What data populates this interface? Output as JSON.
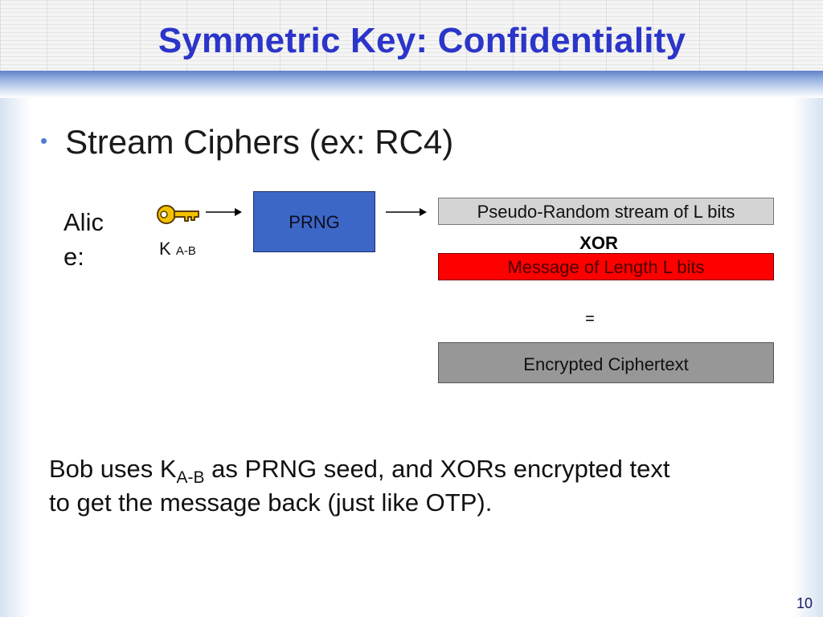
{
  "slide": {
    "title": "Symmetric Key: Confidentiality",
    "bullet": "Stream Ciphers (ex: RC4)",
    "alice_label_line1": "Alic",
    "alice_label_line2": "e:",
    "key_label_main": "K",
    "key_label_sub": "A-B",
    "key_icon": "key-icon",
    "prng_label": "PRNG",
    "stream_label": "Pseudo-Random stream of L bits",
    "xor_label": "XOR",
    "message_label": "Message of Length L bits",
    "equals_label": "=",
    "ciphertext_label": "Encrypted Ciphertext",
    "note_part1": "Bob uses K",
    "note_sub": "A-B",
    "note_part2": " as PRNG seed, and XORs encrypted text",
    "note_line2": "to get the message back (just like OTP).",
    "page_number": "10"
  },
  "colors": {
    "title": "#2b35c9",
    "prng_box": "#3c67c7",
    "stream_box": "#d4d4d4",
    "message_box": "#ff0000",
    "cipher_box": "#979797",
    "key": "#f2c200"
  }
}
